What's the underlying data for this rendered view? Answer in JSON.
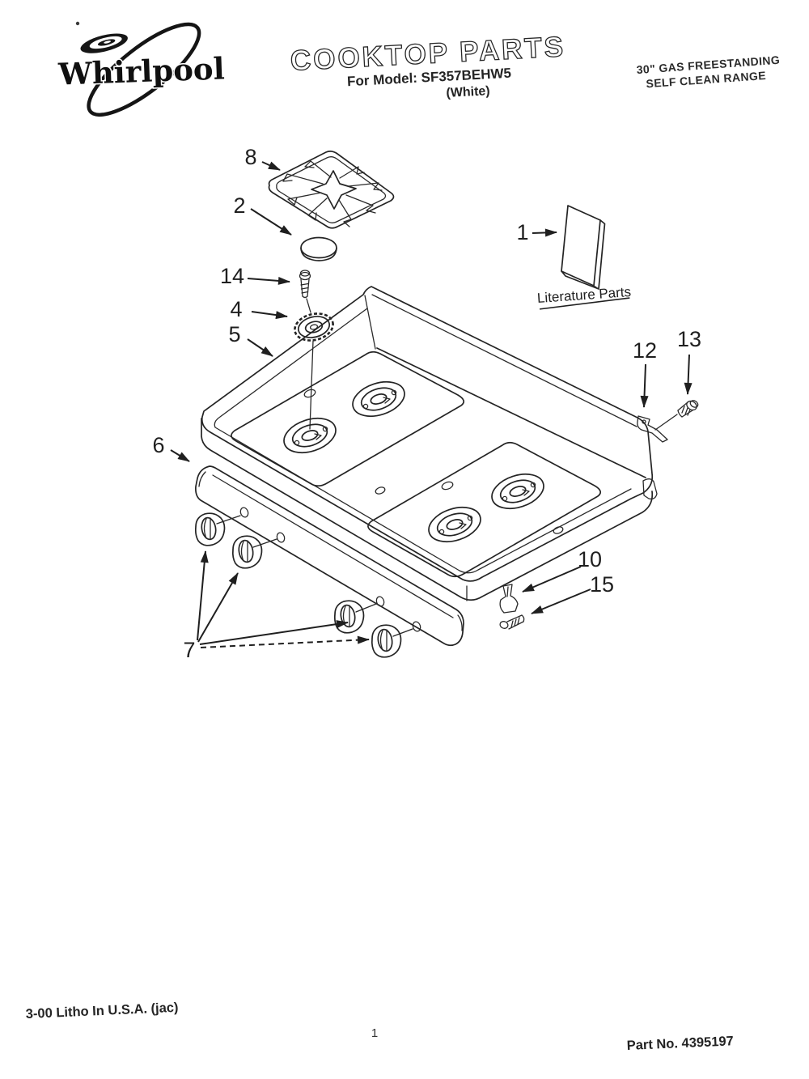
{
  "header": {
    "brand": "Whirlpool",
    "title": "COOKTOP PARTS",
    "model_line": "For Model: SF357BEHW5",
    "finish_line": "(White)",
    "range_line_1": "30\" GAS FREESTANDING",
    "range_line_2": "SELF CLEAN RANGE"
  },
  "diagram": {
    "literature_label": "Literature Parts",
    "callouts": [
      {
        "label": "8"
      },
      {
        "label": "2"
      },
      {
        "label": "14"
      },
      {
        "label": "4"
      },
      {
        "label": "5"
      },
      {
        "label": "6"
      },
      {
        "label": "7"
      },
      {
        "label": "1"
      },
      {
        "label": "12"
      },
      {
        "label": "13"
      },
      {
        "label": "10"
      },
      {
        "label": "15"
      }
    ]
  },
  "footer": {
    "litho_line": "3-00 Litho In U.S.A. (jac)",
    "page_number": "1",
    "part_number_line": "Part No. 4395197"
  },
  "colors": {
    "ink": "#242424",
    "paper": "#ffffff"
  }
}
